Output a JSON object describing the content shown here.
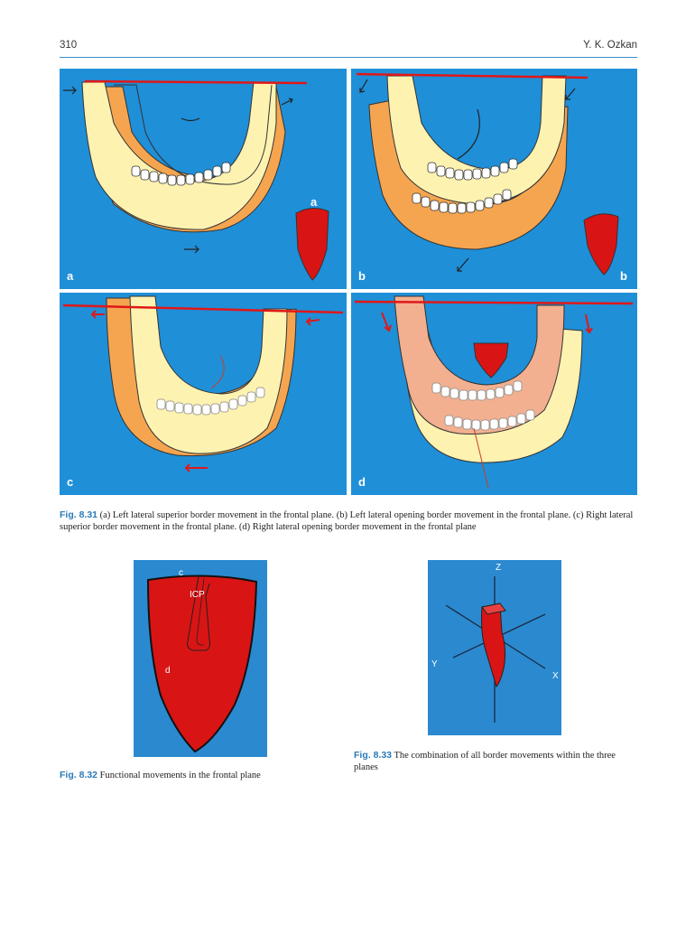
{
  "header": {
    "page_number": "310",
    "author": "Y. K. Ozkan"
  },
  "fig831": {
    "panel_labels": [
      "a",
      "b",
      "c",
      "d"
    ],
    "inset_labels": [
      "a",
      "b"
    ],
    "caption_label": "Fig. 8.31",
    "caption_text": " (a) Left lateral superior border movement in the frontal plane. (b) Left lateral opening border movement in the frontal plane. (c) Right lateral superior border movement in the frontal plane. (d) Right lateral opening border movement in the frontal plane"
  },
  "fig832": {
    "labels": {
      "c": "c",
      "icp": "ICP",
      "d": "d"
    },
    "caption_label": "Fig. 8.32",
    "caption_text": " Functional movements in the frontal plane"
  },
  "fig833": {
    "axes": {
      "z": "Z",
      "y": "Y",
      "x": "X"
    },
    "caption_label": "Fig. 8.33",
    "caption_text": " The combination of all border movements within the three planes"
  },
  "colors": {
    "panel_bg": "#1f8fd8",
    "jaw_orange": "#f5a550",
    "jaw_yellow": "#fdf2b0",
    "envelope_red": "#d91414",
    "line_red": "#e01818"
  }
}
